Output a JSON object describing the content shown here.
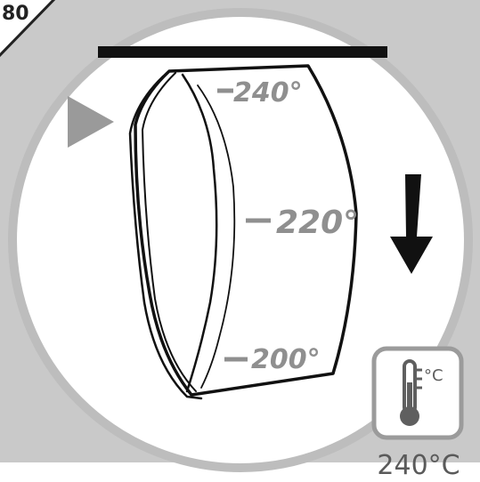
{
  "corner_tab": {
    "text": "80"
  },
  "dial": {
    "scale_labels": [
      "240°",
      "220°",
      "200°"
    ]
  },
  "direction": {
    "icon": "arrow-down-icon"
  },
  "pointer": {
    "icon": "triangle-pointer-icon"
  },
  "temperature_badge": {
    "icon": "thermometer-icon",
    "unit": "°C",
    "caption": "240°C"
  },
  "colors": {
    "background_gray": "#c9c9c9",
    "circle_fill": "#ffffff",
    "circle_ring": "#bdbdbd",
    "line": "#111111",
    "label_gray": "#8f8f8f",
    "pointer_gray": "#9a9a9a",
    "badge_gray": "#9b9b9b"
  }
}
